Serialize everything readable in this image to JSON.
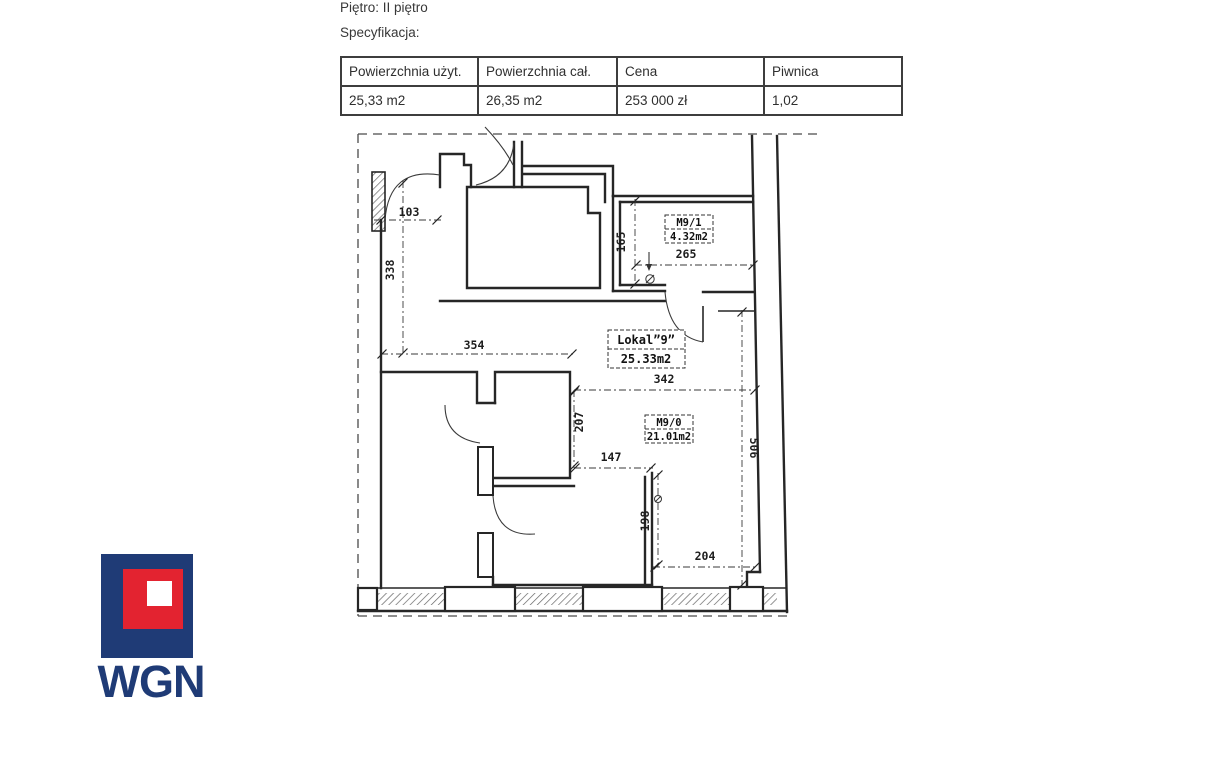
{
  "header": {
    "floor_line": "Piętro: II piętro",
    "spec_line": "Specyfikacja:"
  },
  "spec_table": {
    "columns": [
      {
        "header": "Powierzchnia użyt.",
        "value": "25,33 m2"
      },
      {
        "header": "Powierzchnia cał.",
        "value": "26,35 m2"
      },
      {
        "header": "Cena",
        "value": "253 000 zł"
      },
      {
        "header": "Piwnica",
        "value": "1,02"
      }
    ]
  },
  "floorplan": {
    "rooms": [
      {
        "name": "M9/1",
        "area": "4.32m2"
      },
      {
        "name": "Lokal”9”",
        "area": "25.33m2"
      },
      {
        "name": "M9/0",
        "area": "21.01m2"
      }
    ],
    "dims": {
      "w103": "103",
      "h338": "338",
      "w354": "354",
      "h165": "165",
      "w265": "265",
      "w342": "342",
      "h207": "207",
      "w147": "147",
      "h198": "198",
      "w204": "204",
      "h506": "506"
    }
  },
  "logo": {
    "text": "WGN"
  },
  "colors": {
    "logo_navy": "#1f3b76",
    "logo_red": "#e32330"
  }
}
